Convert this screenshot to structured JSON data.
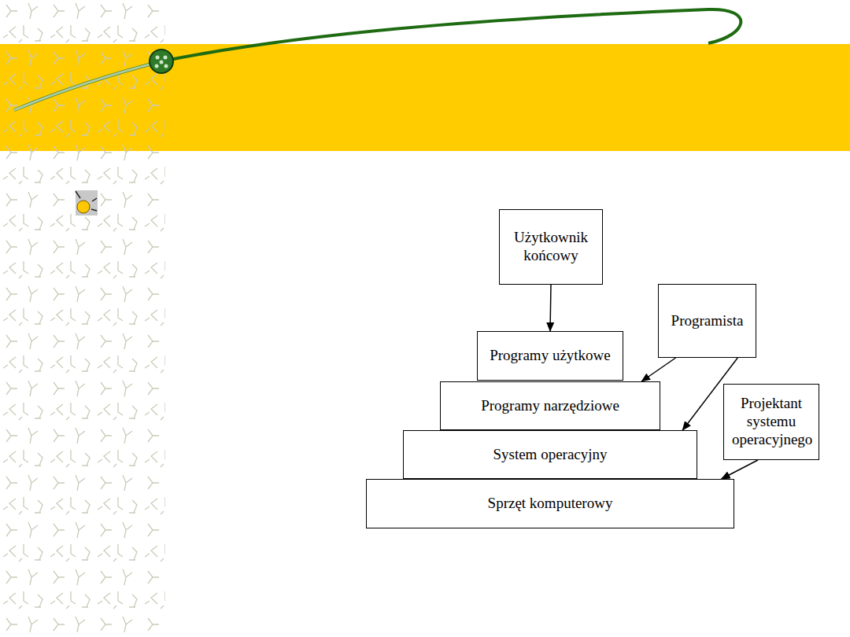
{
  "diagram": {
    "nodes": [
      {
        "text": [
          "Użytkownik końcowy"
        ]
      },
      {
        "text": [
          "Programy użytkowe"
        ]
      },
      {
        "text": [
          "Programy narzędziowe"
        ]
      },
      {
        "text": [
          "System operacyjny"
        ]
      },
      {
        "text": [
          "Sprzęt komputerowy"
        ]
      },
      {
        "text": [
          "Programista"
        ]
      },
      {
        "text": [
          "Projektant systemu operacyjnego"
        ]
      }
    ],
    "edges": [
      {
        "from": 0,
        "to": 1,
        "arrow": "to"
      },
      {
        "from": 5,
        "to": 2,
        "arrow": "to"
      },
      {
        "from": 5,
        "to": 3,
        "arrow": "to"
      },
      {
        "from": 6,
        "to": 4,
        "arrow": "to"
      }
    ]
  }
}
